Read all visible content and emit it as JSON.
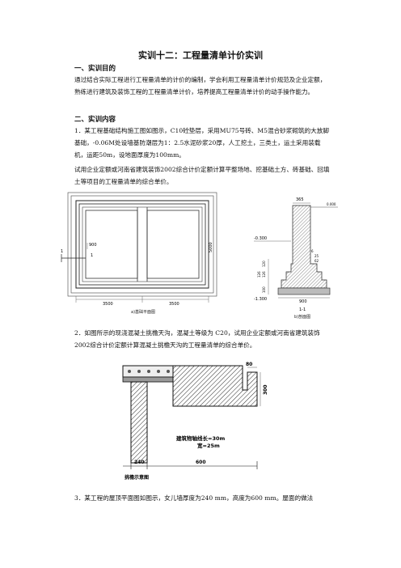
{
  "title": "实训十二：工程量清单计价实训",
  "section1": {
    "heading": "一、实训目的",
    "text": "通过结合实际工程进行工程量清单的计价的编制，学会利用工程量清单计价规范及企业定额，熟练进行建筑及装饰工程的工程量清单计价，培养提高工程量清单计价的动手操作能力。"
  },
  "section2": {
    "heading": "二、实训内容",
    "item1": "1．某工程基础结构施工图如图示，C10砼垫层，采用MU75号砖、M5混合砂浆砌筑的大放脚基础，-0.06M处设墙基防潮层为1：2.5水泥砂浆20厚，人工挖土，三类土，运土采用装载机，运距50m，设地面厚度为100mm。",
    "item1b": "试用企业定额或河南省建筑装饰2002综合计价定额计算平整场地、挖基础土方、砖基础、回填土等项目的工程量清单的综合单价。",
    "item2": "2．如图所示的现浇混凝土挑檐天沟，混凝土等级为 C20，试用企业定额或河南省建筑装饰2002综合计价定额计算混凝土挑檐天沟的工程量清单的综合单价。",
    "item3": "3．某工程的屋顶平面图如图示，女儿墙厚度为240 mm，高度为600 mm。屋面的做法"
  },
  "fig1": {
    "dim_900": "900",
    "dim_5000": "5000",
    "dim_3500a": "3500",
    "dim_3500b": "3500",
    "mark_1a": "1",
    "mark_1b": "1",
    "caption": "a)基础平面图"
  },
  "fig2": {
    "dim_365": "365",
    "dim_top": "0.000",
    "dim_m030": "-0.300",
    "dim_6": "6",
    "dim_25": "25",
    "dim_62": "62",
    "dim_120": "120",
    "dim_126a": "126",
    "dim_126b": "126",
    "dim_100": "100",
    "dim_m130": "-1.300",
    "dim_900": "900",
    "label": "1-1",
    "caption": "b)剖面图"
  },
  "fig3": {
    "dim_80": "80",
    "dim_300": "300",
    "axis_length": "建筑物轴线长=30m",
    "width": "宽=25m",
    "dim_240": "240",
    "dim_600": "600",
    "caption": "挑檐示意图"
  }
}
